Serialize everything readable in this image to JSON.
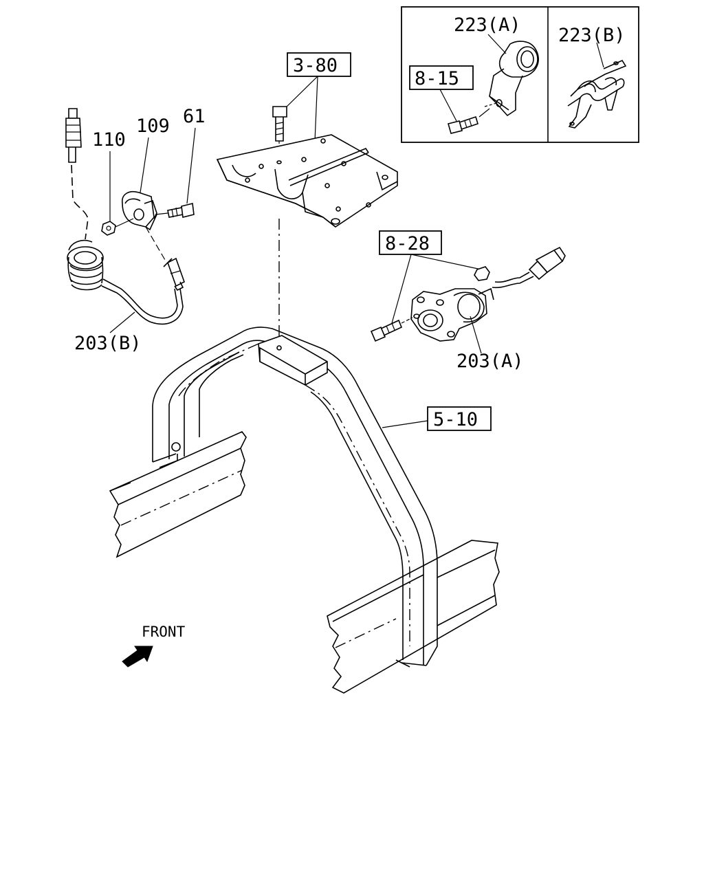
{
  "labels": {
    "ref_3_80": "3-80",
    "ref_8_15": "8-15",
    "ref_8_28": "8-28",
    "ref_5_10": "5-10",
    "part_223a": "223(A)",
    "part_223b": "223(B)",
    "part_110": "110",
    "part_109": "109",
    "part_61": "61",
    "part_203b": "203(B)",
    "part_203a": "203(A)",
    "front": "FRONT"
  },
  "icons": {
    "front_arrow": "front-arrow-icon"
  }
}
